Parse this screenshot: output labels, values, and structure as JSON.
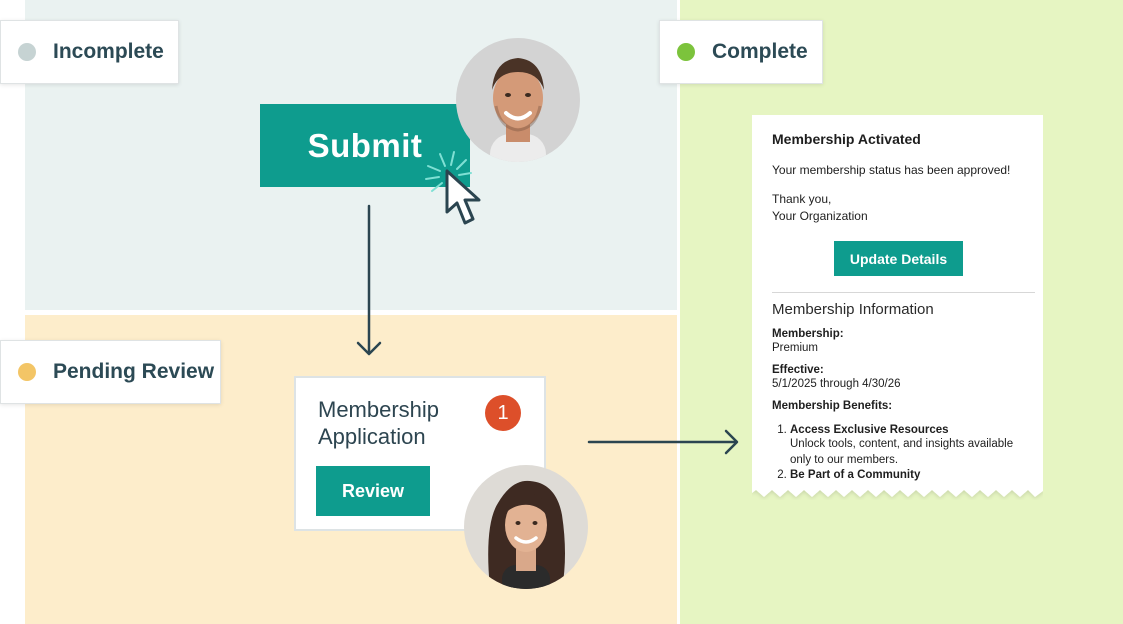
{
  "stages": {
    "incomplete": {
      "label": "Incomplete",
      "dot_color": "#c6d3d3",
      "bg_color": "#eaf2f1"
    },
    "pending": {
      "label": "Pending Review",
      "dot_color": "#f3c566",
      "bg_color": "#fdedcb"
    },
    "complete": {
      "label": "Complete",
      "dot_color": "#7cc33c",
      "bg_color": "#e6f5c2"
    }
  },
  "submit_button": {
    "label": "Submit",
    "color": "#0e9c8e"
  },
  "application_card": {
    "title": "Membership Application",
    "badge_count": "1",
    "badge_color": "#dd4f2a",
    "review_label": "Review"
  },
  "email": {
    "title": "Membership Activated",
    "message": "Your membership status has been approved!",
    "signoff_line1": "Thank you,",
    "signoff_line2": "Your Organization",
    "update_button_label": "Update Details",
    "info_heading": "Membership Information",
    "membership_label": "Membership:",
    "membership_value": "Premium",
    "effective_label": "Effective:",
    "effective_value": "5/1/2025 through 4/30/26",
    "benefits_label": "Membership Benefits:",
    "benefits": [
      {
        "title": "Access Exclusive Resources",
        "desc": "Unlock tools, content, and insights available only to our members."
      },
      {
        "title": "Be Part of a Community"
      }
    ]
  },
  "icons": {
    "cursor": "pointer-cursor-icon",
    "click": "click-burst-icon",
    "arrow_down": "arrow-down-icon",
    "arrow_right": "arrow-right-icon"
  }
}
